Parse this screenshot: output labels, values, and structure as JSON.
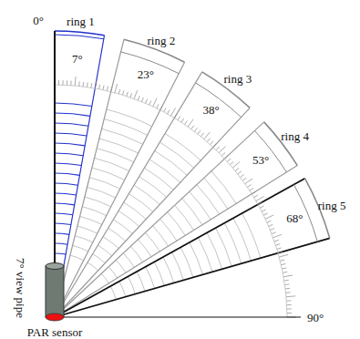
{
  "diagram": {
    "labels": [
      "ring 1",
      "ring 2",
      "ring 3",
      "ring 4",
      "ring 5",
      "0°",
      "7°",
      "23°",
      "38°",
      "53°",
      "68°",
      "90°",
      "7° view pipe",
      "PAR sensor"
    ]
  }
}
